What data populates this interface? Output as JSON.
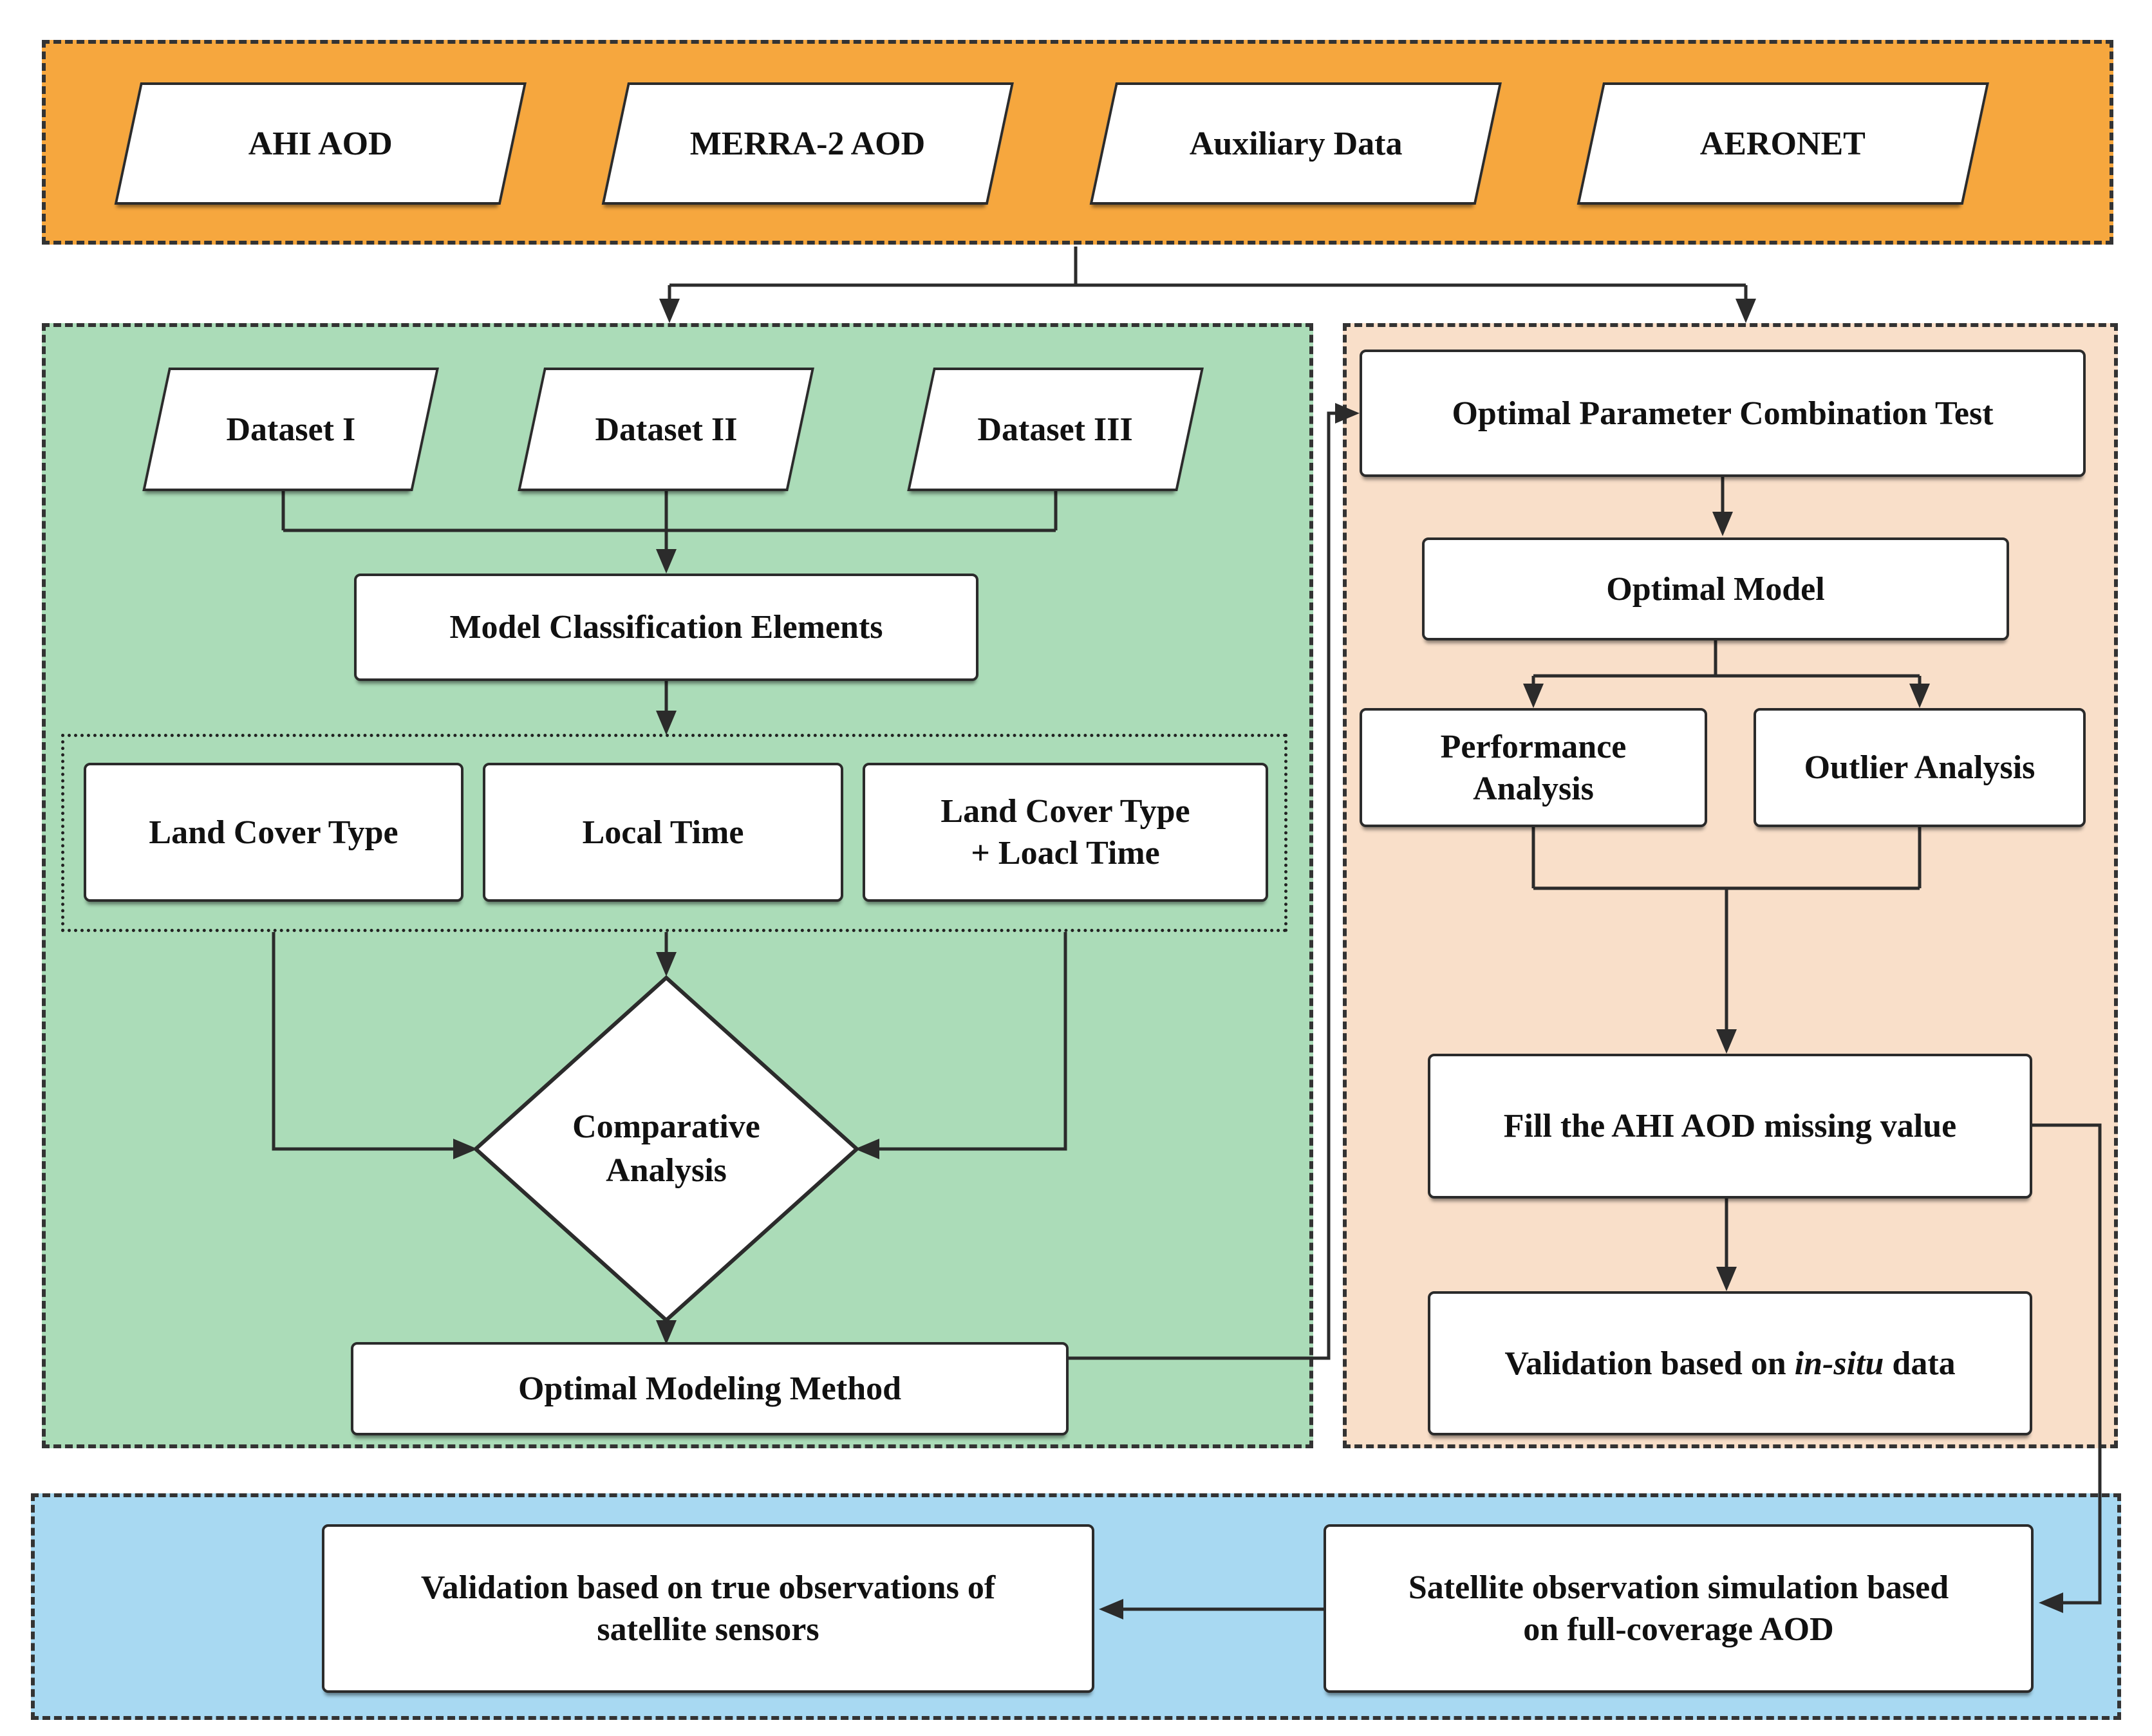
{
  "diagram": {
    "input_section": {
      "nodes": [
        "AHI AOD",
        "MERRA-2 AOD",
        "Auxiliary Data",
        "AERONET"
      ]
    },
    "modeling_section": {
      "datasets": [
        "Dataset I",
        "Dataset II",
        "Dataset III"
      ],
      "model_classification": "Model Classification Elements",
      "elements": [
        "Land Cover Type",
        "Local Time",
        "Land Cover Type\n+ Loacl Time"
      ],
      "decision": "Comparative\nAnalysis",
      "optimal_modeling": "Optimal Modeling Method"
    },
    "evaluation_section": {
      "opct": "Optimal Parameter Combination Test",
      "optimal_model": "Optimal Model",
      "performance": "Performance\nAnalysis",
      "outlier": "Outlier Analysis",
      "fill": "Fill the AHI AOD missing value",
      "validation_prefix": "Validation based on ",
      "validation_italic": "in-situ",
      "validation_suffix": " data"
    },
    "output_section": {
      "true_obs": "Validation based on true observations of\nsatellite sensors",
      "sat_sim": "Satellite observation simulation based\non full-coverage AOD"
    },
    "colors": {
      "input_band": "#F6A73E",
      "modeling_bg": "#ABDCB8",
      "evaluation_bg": "#F9DFC9",
      "output_bg": "#A8D9F2",
      "connector": "#2B2B2B",
      "node_fill": "#FFFFFF",
      "dashed_border": "#333333"
    }
  }
}
